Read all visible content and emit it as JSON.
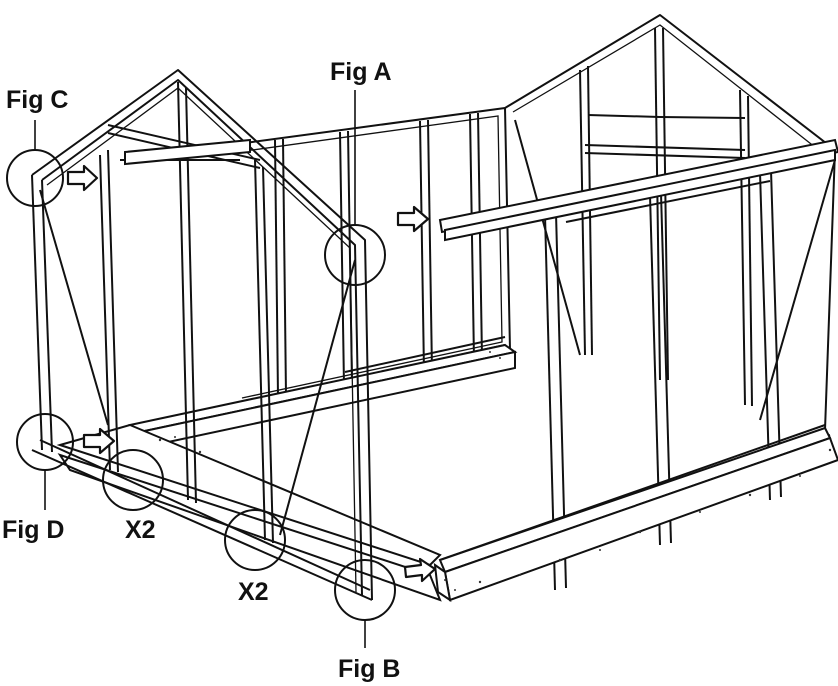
{
  "callouts": {
    "fig_a": "Fig A",
    "fig_b": "Fig B",
    "fig_c": "Fig C",
    "fig_d": "Fig D",
    "qty_left": "X2",
    "qty_right": "X2"
  },
  "colors": {
    "line": "#111111",
    "background": "#ffffff"
  }
}
